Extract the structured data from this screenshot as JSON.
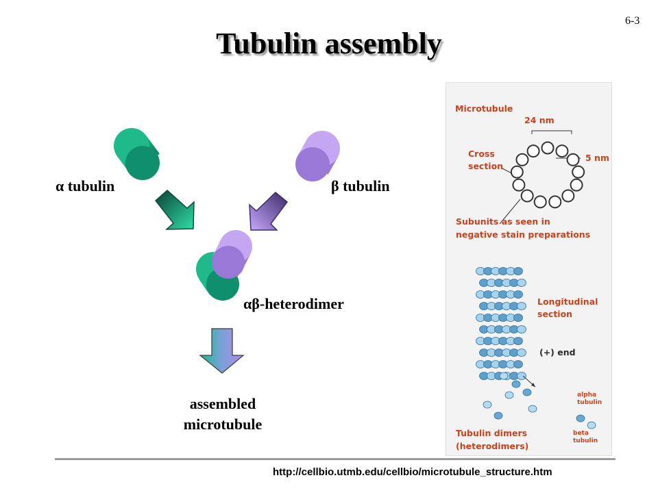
{
  "slide": {
    "number": "6-3",
    "title": "Tubulin assembly",
    "source_url": "http://cellbio.utmb.edu/cellbio/microtubule_structure.htm"
  },
  "diagram": {
    "alpha_label": "α tubulin",
    "beta_label": "β tubulin",
    "dimer_label": "αβ-heterodimer",
    "product_label_line1": "assembled",
    "product_label_line2": "microtubule"
  },
  "figure_panel": {
    "microtubule_label": "Microtubule",
    "diameter_label": "24 nm",
    "subunit_size_label": "5 nm",
    "cross_section_line1": "Cross",
    "cross_section_line2": "section",
    "subunits_line1": "Subunits as seen in",
    "subunits_line2": "negative stain preparations",
    "longitudinal_line1": "Longitudinal",
    "longitudinal_line2": "section",
    "plus_end_label": "(+) end",
    "alpha_line1": "alpha",
    "alpha_line2": "tubulin",
    "beta_line1": "beta",
    "beta_line2": "tubulin",
    "dimers_line1": "Tubulin dimers",
    "dimers_line2": "(heterodimers)"
  },
  "colors": {
    "alpha_tubulin": "#1aa57e",
    "beta_tubulin": "#a98bdc",
    "panel_label": "#c8421e"
  }
}
